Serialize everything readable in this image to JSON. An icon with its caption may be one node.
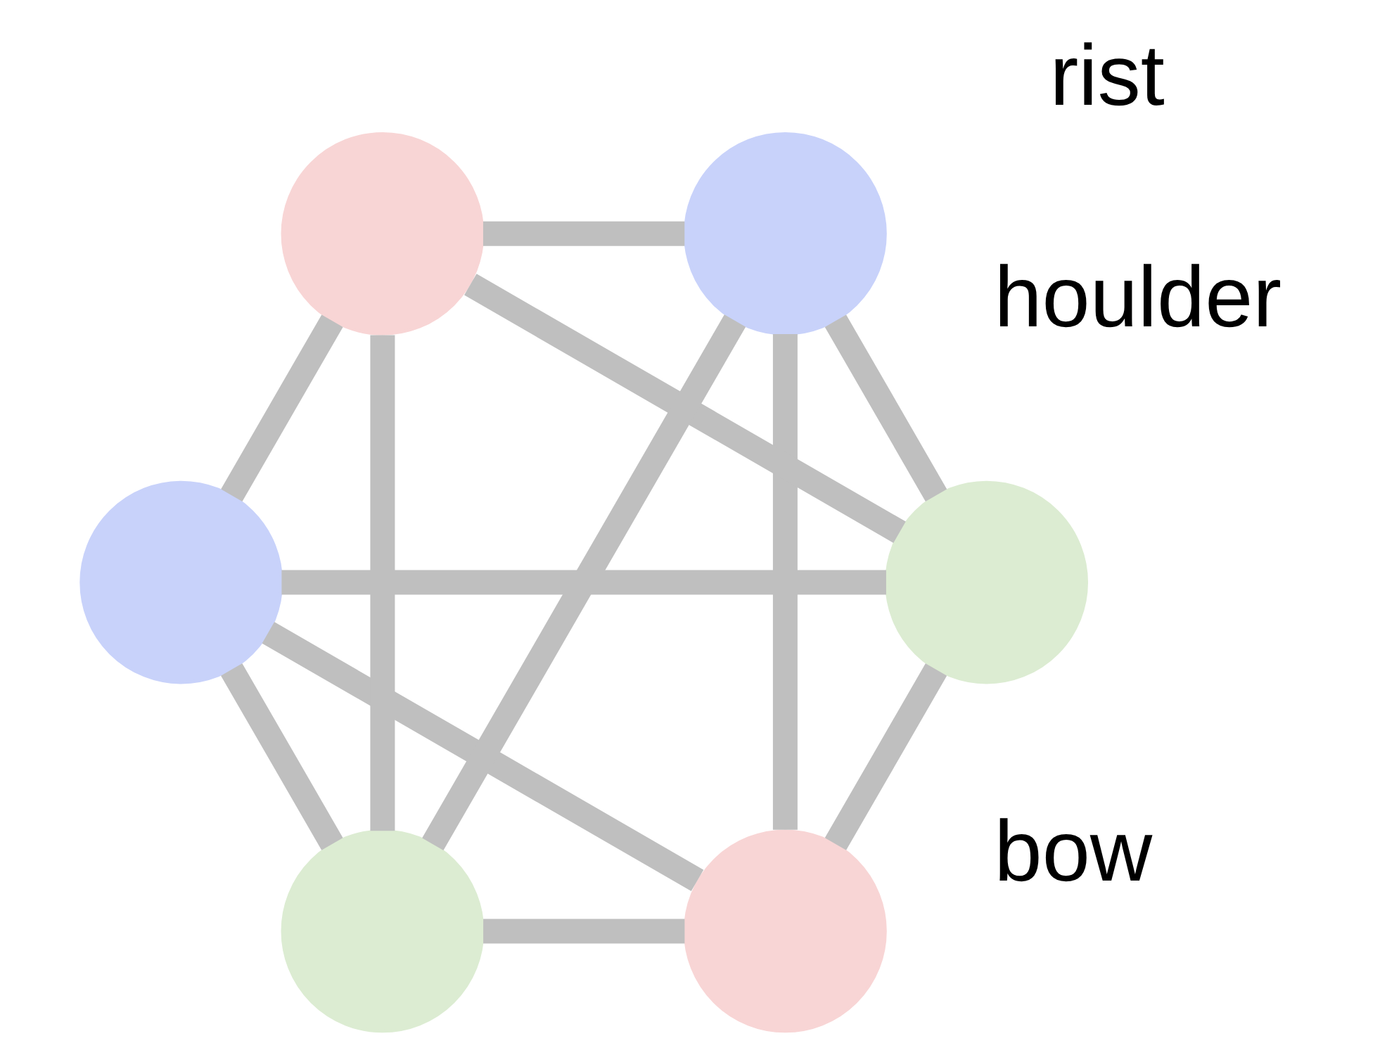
{
  "diagram": {
    "nodes": [
      {
        "text": [],
        "shape": "circle"
      },
      {
        "text": [],
        "shape": "circle"
      },
      {
        "text": [],
        "shape": "circle"
      },
      {
        "text": [],
        "shape": "circle"
      },
      {
        "text": [],
        "shape": "circle"
      },
      {
        "text": [],
        "shape": "circle"
      }
    ],
    "edges": [
      {
        "from": 0,
        "to": 2,
        "arrow": "none"
      },
      {
        "from": 0,
        "to": 4,
        "arrow": "none"
      },
      {
        "from": 0,
        "to": 5,
        "arrow": "none"
      },
      {
        "from": 0,
        "to": 3,
        "arrow": "none"
      },
      {
        "from": 1,
        "to": 2,
        "arrow": "none"
      },
      {
        "from": 1,
        "to": 4,
        "arrow": "none"
      },
      {
        "from": 1,
        "to": 5,
        "arrow": "none"
      },
      {
        "from": 1,
        "to": 3,
        "arrow": "none"
      },
      {
        "from": 2,
        "to": 3,
        "arrow": "none"
      },
      {
        "from": 2,
        "to": 5,
        "arrow": "none"
      },
      {
        "from": 4,
        "to": 3,
        "arrow": "none"
      },
      {
        "from": 4,
        "to": 5,
        "arrow": "none"
      }
    ],
    "labels": [
      "bow",
      "rist",
      "houlder"
    ]
  }
}
